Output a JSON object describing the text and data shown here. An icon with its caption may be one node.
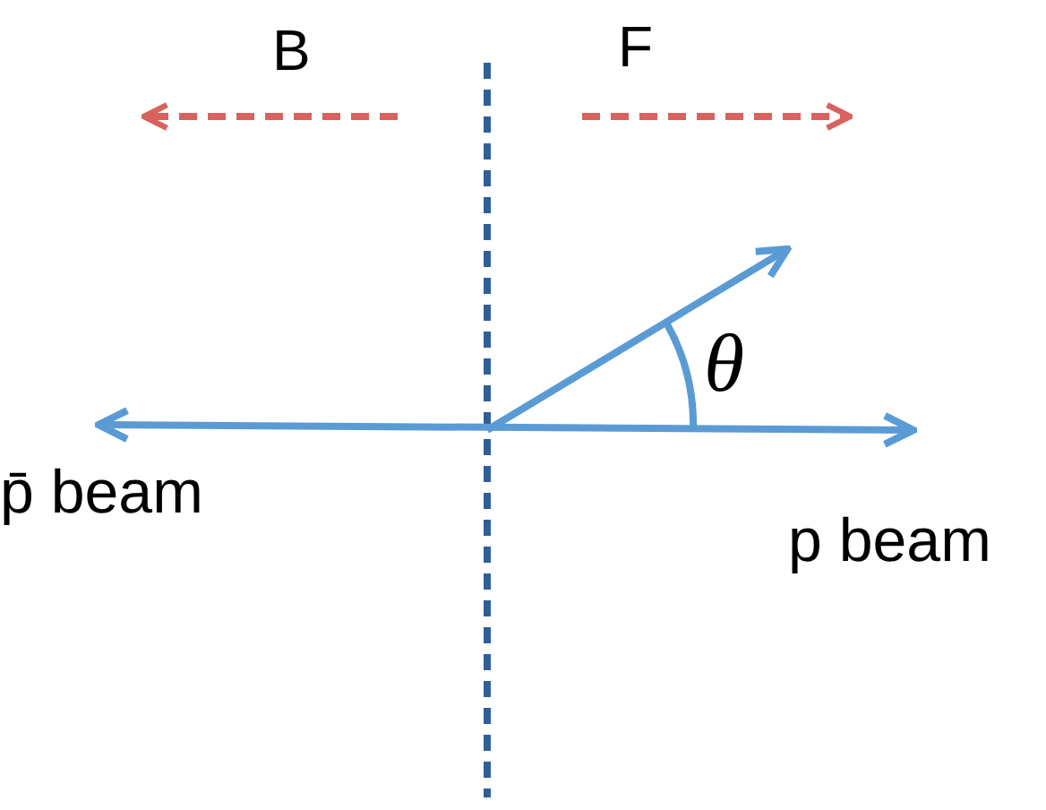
{
  "diagram": {
    "labels": [
      "B",
      "F",
      "θ",
      "p̄ beam",
      "p beam"
    ]
  }
}
